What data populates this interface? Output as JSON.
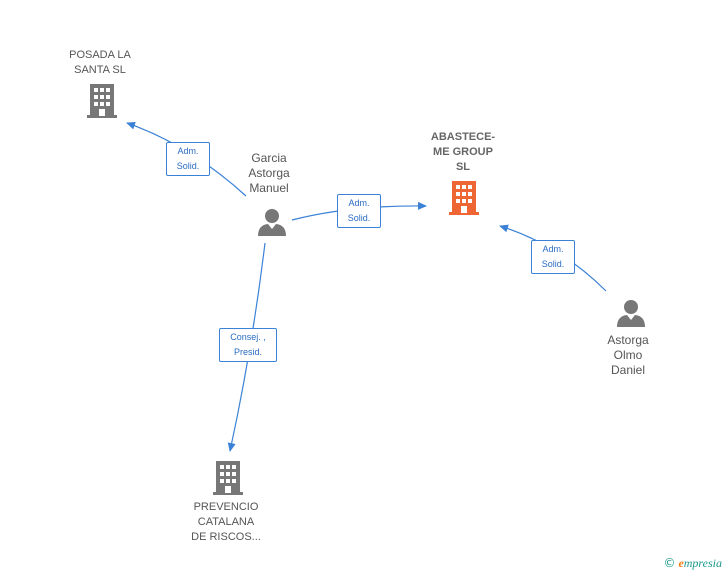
{
  "nodes": {
    "posada": {
      "label": "POSADA LA\nSANTA  SL",
      "type": "company",
      "color": "#777777"
    },
    "abastece": {
      "label": "ABASTECE-\nME GROUP\nSL",
      "type": "company",
      "color": "#ee6633"
    },
    "prevencio": {
      "label": "PREVENCIO\nCATALANA\nDE RISCOS...",
      "type": "company",
      "color": "#777777"
    },
    "garcia": {
      "label": "Garcia\nAstorga\nManuel",
      "type": "person",
      "color": "#777777"
    },
    "astorga": {
      "label": "Astorga\nOlmo\nDaniel",
      "type": "person",
      "color": "#777777"
    }
  },
  "edges": {
    "garcia_posada": "Adm.\nSolid.",
    "garcia_abastece": "Adm.\nSolid.",
    "astorga_abastece": "Adm.\nSolid.",
    "garcia_prevencio": "Consej. ,\nPresid."
  },
  "footer": {
    "copyright": "©",
    "brand_first": "e",
    "brand_rest": "mpresia"
  },
  "colors": {
    "edge": "#3b82d6",
    "accent": "#ee6633"
  }
}
